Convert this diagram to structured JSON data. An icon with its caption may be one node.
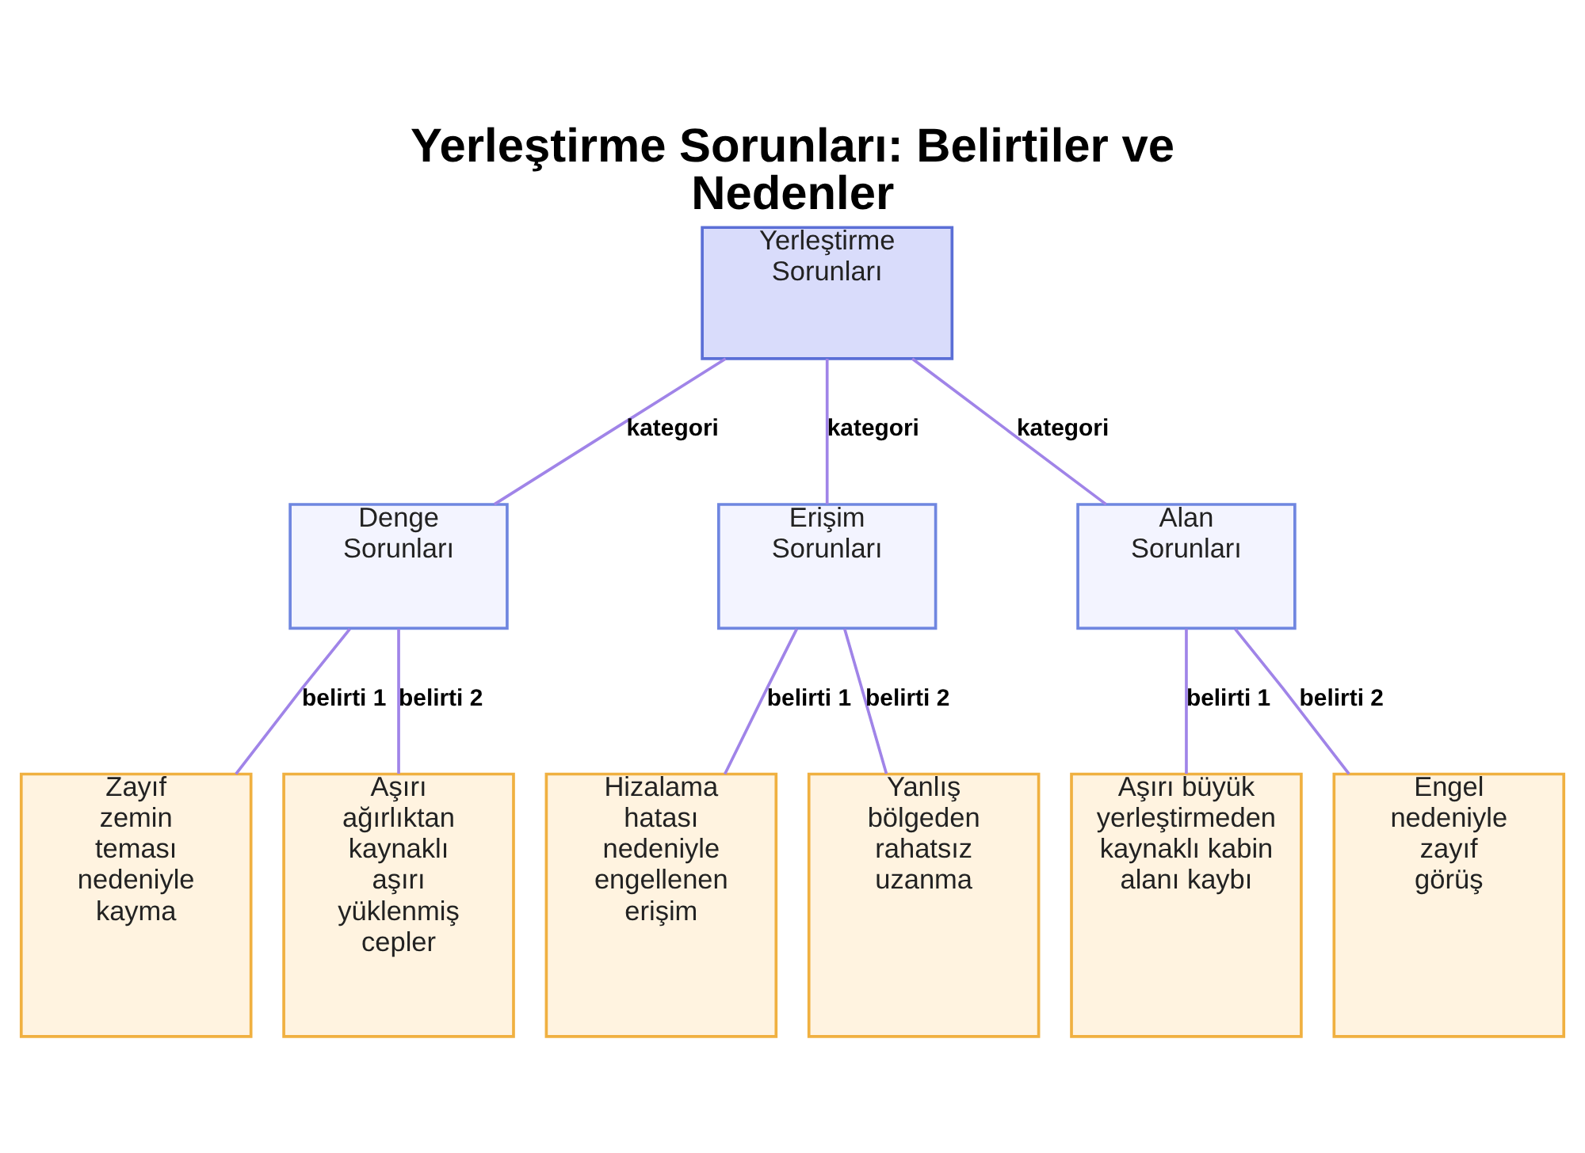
{
  "diagram": {
    "title": "Yerleştirme Sorunları: Belirtiler ve Nedenler",
    "nodes": [
      {
        "text": [
          "Yerleştirme Sorunları"
        ]
      },
      {
        "text": [
          "Denge Sorunları"
        ]
      },
      {
        "text": [
          "Erişim Sorunları"
        ]
      },
      {
        "text": [
          "Alan Sorunları"
        ]
      },
      {
        "text": [
          "Zayıf zemin teması nedeniyle kayma"
        ]
      },
      {
        "text": [
          "Aşırı ağırlıktan kaynaklı aşırı yüklenmiş cepler"
        ]
      },
      {
        "text": [
          "Hizalama hatası nedeniyle engellenen erişim"
        ]
      },
      {
        "text": [
          "Yanlış bölgeden rahatsız uzanma"
        ]
      },
      {
        "text": [
          "Aşırı büyük yerleştirmeden kaynaklı kabin alanı kaybı"
        ]
      },
      {
        "text": [
          "Engel nedeniyle zayıf görüş"
        ]
      }
    ],
    "edges": [
      {
        "from": 0,
        "to": 1,
        "arrow": "none",
        "label": "kategori"
      },
      {
        "from": 0,
        "to": 2,
        "arrow": "none",
        "label": "kategori"
      },
      {
        "from": 0,
        "to": 3,
        "arrow": "none",
        "label": "kategori"
      },
      {
        "from": 1,
        "to": 4,
        "arrow": "none",
        "label": "belirti 1"
      },
      {
        "from": 1,
        "to": 5,
        "arrow": "none",
        "label": "belirti 2"
      },
      {
        "from": 2,
        "to": 6,
        "arrow": "none",
        "label": "belirti 1"
      },
      {
        "from": 2,
        "to": 7,
        "arrow": "none",
        "label": "belirti 2"
      },
      {
        "from": 3,
        "to": 8,
        "arrow": "none",
        "label": "belirti 1"
      },
      {
        "from": 3,
        "to": 9,
        "arrow": "none",
        "label": "belirti 2"
      }
    ]
  }
}
